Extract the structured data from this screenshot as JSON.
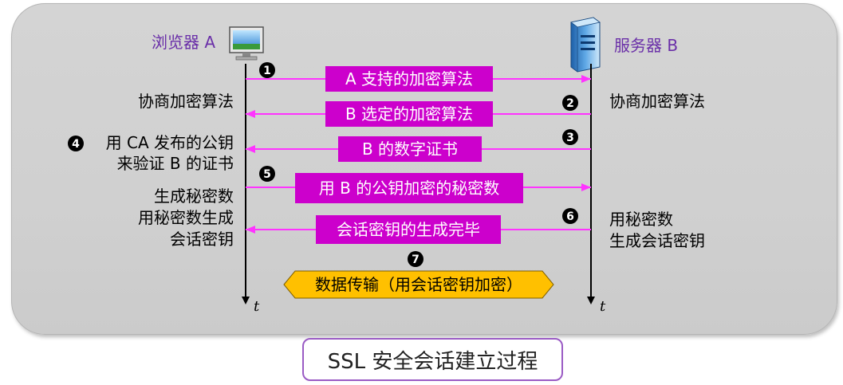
{
  "browser": {
    "label": "浏览器 A",
    "icon": "monitor-icon"
  },
  "server": {
    "label": "服务器 B",
    "icon": "server-icon"
  },
  "time_label": "t",
  "colors": {
    "arrow": "#ff33ff",
    "box": "#cc00cc",
    "data_box": "#ffc000",
    "accent_text": "#6a2fa8"
  },
  "left_notes": {
    "negotiate": "协商加密算法",
    "verify_line1": "用 CA 发布的公钥",
    "verify_line2": "来验证 B 的证书",
    "gen_line1": "生成秘密数",
    "gen_line2": "用秘密数生成",
    "gen_line3": "会话密钥"
  },
  "right_notes": {
    "negotiate": "协商加密算法",
    "gen_line1": "用秘密数",
    "gen_line2": "生成会话密钥"
  },
  "steps": [
    {
      "num": "1",
      "label": "A 支持的加密算法",
      "direction": "to-server"
    },
    {
      "num": "2",
      "label": "B 选定的加密算法",
      "direction": "to-browser"
    },
    {
      "num": "3",
      "label": "B 的数字证书",
      "direction": "to-browser"
    },
    {
      "num": "4",
      "label": "",
      "direction": ""
    },
    {
      "num": "5",
      "label": "用 B 的公钥加密的秘密数",
      "direction": "to-server"
    },
    {
      "num": "6",
      "label": "会话密钥的生成完毕",
      "direction": "to-browser"
    },
    {
      "num": "7",
      "label": "数据传输（用会话密钥加密）",
      "direction": "both"
    }
  ],
  "caption": "SSL 安全会话建立过程"
}
